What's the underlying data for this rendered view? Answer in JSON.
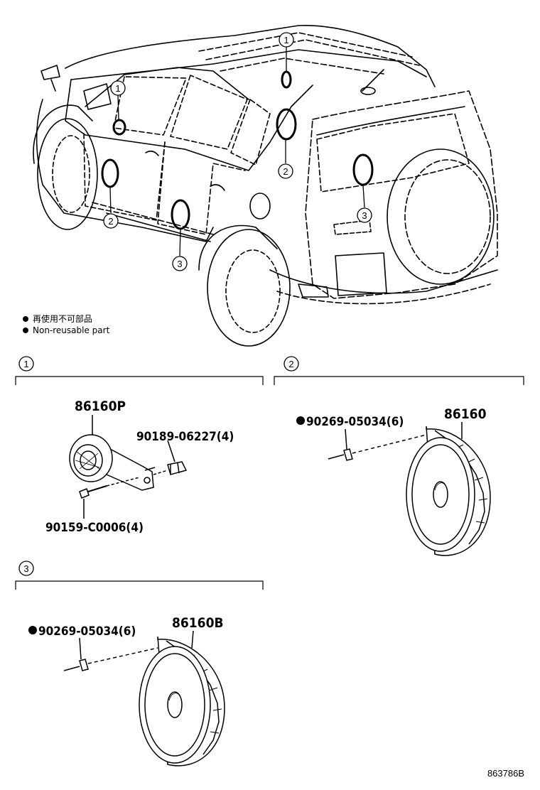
{
  "callouts": {
    "c1": "1",
    "c2": "2",
    "c3": "3"
  },
  "legend": {
    "line1": "再使用不可部品",
    "line2": "Non-reusable part"
  },
  "section1": {
    "number": "1",
    "main_part": "86160P",
    "part_a": "90189-06227(4)",
    "part_b": "90159-C0006(4)"
  },
  "section2": {
    "number": "2",
    "main_part": "86160",
    "fastener": "90269-05034(6)",
    "fastener_non_reusable": true
  },
  "section3": {
    "number": "3",
    "main_part": "86160B",
    "fastener": "90269-05034(6)",
    "fastener_non_reusable": true
  },
  "footer": {
    "illustration_code": "863786B"
  }
}
